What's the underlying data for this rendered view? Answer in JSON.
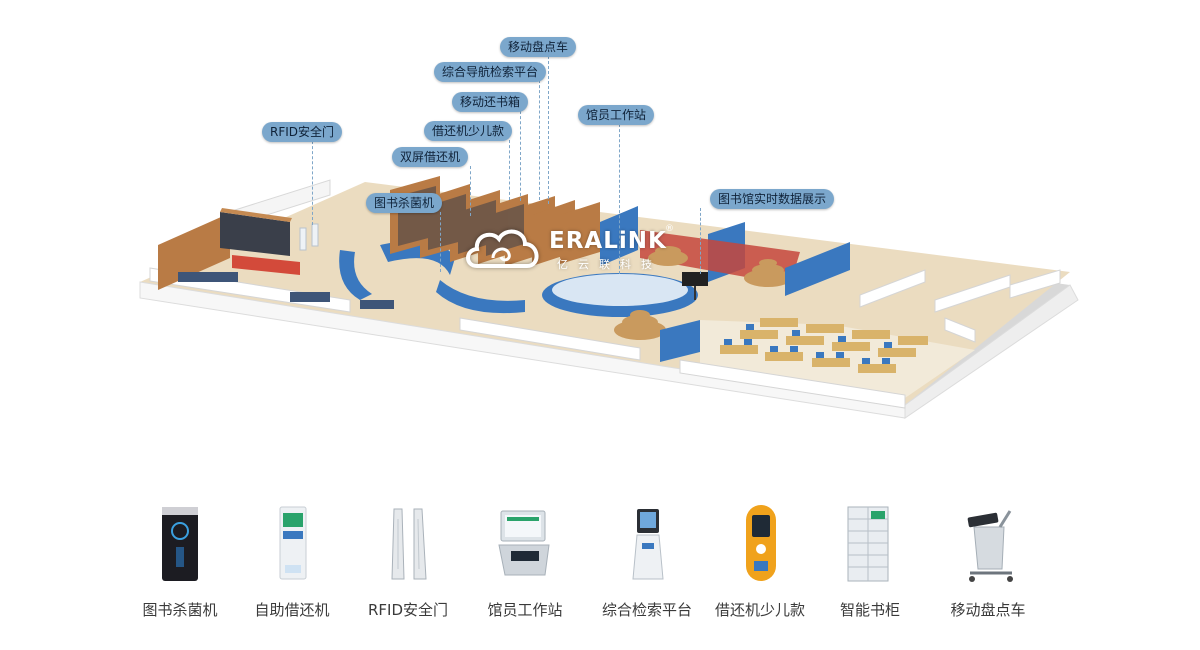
{
  "callouts": {
    "mobile_inventory_cart": "移动盘点车",
    "navigation_search_platform": "综合导航检索平台",
    "mobile_return_box": "移动还书箱",
    "kids_borrow_return": "借还机少儿款",
    "librarian_workstation": "馆员工作站",
    "rfid_gate": "RFID安全门",
    "dual_screen_borrow_return": "双屏借还机",
    "book_sterilizer": "图书杀菌机",
    "realtime_data_display": "图书馆实时数据展示"
  },
  "logo": {
    "brand": "ERALiNK",
    "sub": "亿云联科技",
    "registered_mark": "®"
  },
  "products": [
    {
      "label": "图书杀菌机",
      "icon": "sterilizer-icon"
    },
    {
      "label": "自助借还机",
      "icon": "self-service-kiosk-icon"
    },
    {
      "label": "RFID安全门",
      "icon": "rfid-gate-icon"
    },
    {
      "label": "馆员工作站",
      "icon": "librarian-workstation-icon"
    },
    {
      "label": "综合检索平台",
      "icon": "search-kiosk-icon"
    },
    {
      "label": "借还机少儿款",
      "icon": "kids-kiosk-icon"
    },
    {
      "label": "智能书柜",
      "icon": "smart-bookcase-icon"
    },
    {
      "label": "移动盘点车",
      "icon": "inventory-cart-icon"
    }
  ],
  "colors": {
    "callout_bg": "#7ba7cc",
    "shelf_blue": "#3a78bf",
    "shelf_wood": "#b97b45",
    "floor": "#e9d9bc",
    "wall": "#f3f3f3"
  }
}
